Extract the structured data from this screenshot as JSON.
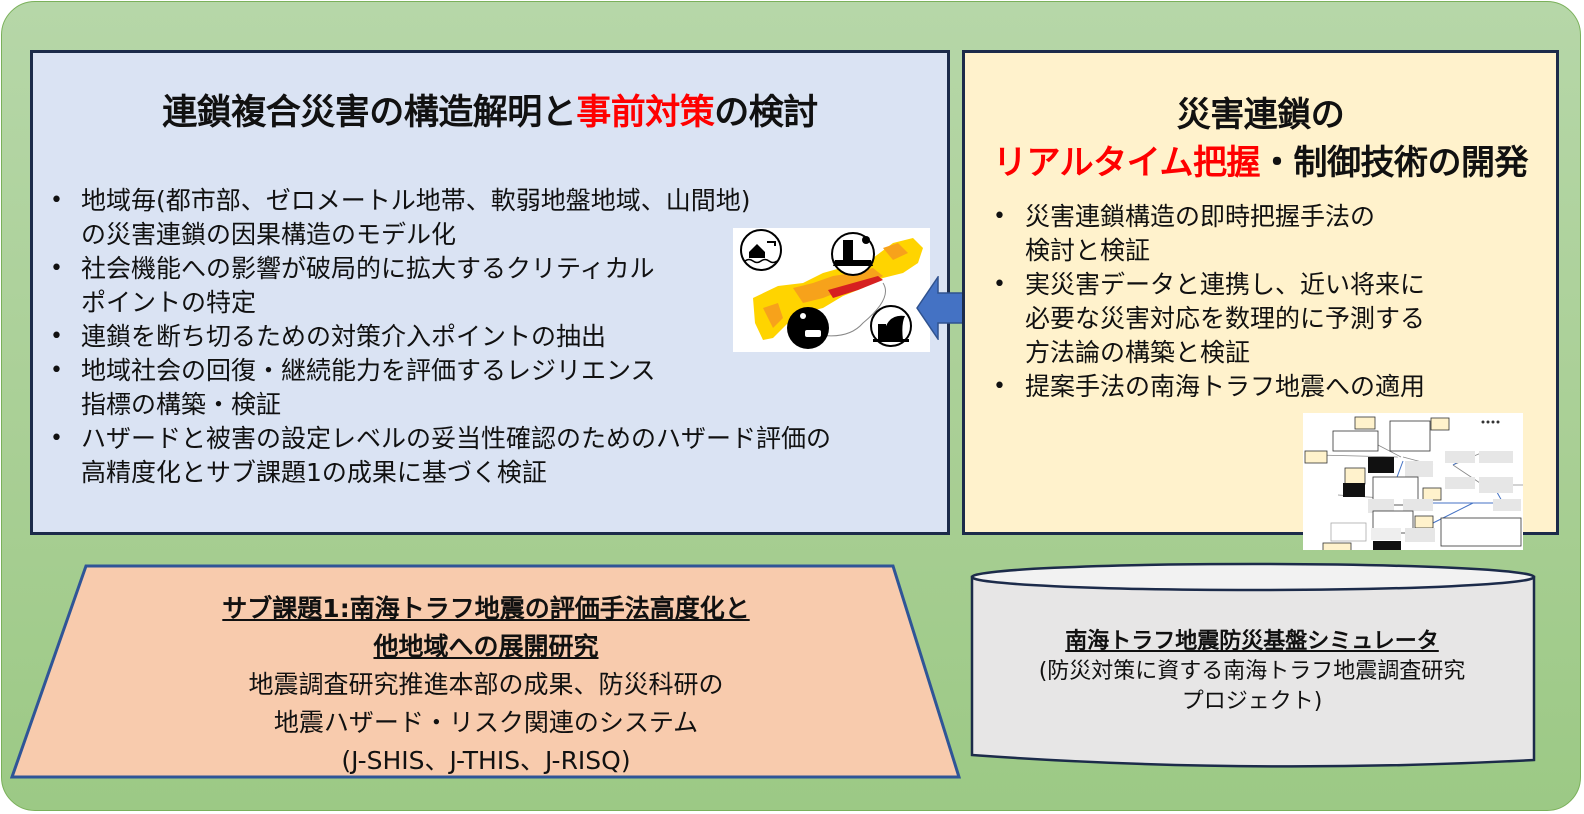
{
  "left_panel": {
    "title_part1": "連鎖複合災害の構造解明と",
    "title_highlight": "事前対策",
    "title_part2": "の検討",
    "bullets": [
      {
        "line1": "地域毎(都市部、ゼロメートル地帯、軟弱地盤地域、山間地)",
        "line2": "の災害連鎖の因果構造のモデル化"
      },
      {
        "line1": "社会機能への影響が破局的に拡大するクリティカル",
        "line2": "ポイントの特定"
      },
      {
        "line1": "連鎖を断ち切るための対策介入ポイントの抽出",
        "line2": ""
      },
      {
        "line1": "地域社会の回復・継続能力を評価するレジリエンス",
        "line2": "指標の構築・検証"
      },
      {
        "line1": "ハザードと被害の設定レベルの妥当性確認のためのハザード評価の",
        "line2": "高精度化とサブ課題1の成果に基づく検証"
      }
    ],
    "image": {
      "description": "hazard-map-of-western-japan-with-disaster-icons",
      "icons": [
        "flood-house-icon",
        "building-fire-collapse-icon",
        "landslide-car-icon",
        "tsunami-building-icon"
      ]
    }
  },
  "connector": {
    "icon": "double-arrow-icon",
    "color": "#4472c4"
  },
  "right_panel": {
    "title_line1": "災害連鎖の",
    "title_highlight": "リアルタイム把握",
    "title_line2_rest": "・制御技術の開発",
    "bullets": [
      {
        "line1": "災害連鎖構造の即時把握手法の",
        "line2": "検討と検証",
        "line3": ""
      },
      {
        "line1": "実災害データと連携し、近い将来に",
        "line2": "必要な災害対応を数理的に予測する",
        "line3": "方法論の構築と検証"
      },
      {
        "line1": "提案手法の南海トラフ地震への適用",
        "line2": "",
        "line3": ""
      }
    ],
    "image": {
      "description": "disaster-chain-flow-diagram-thumbnail"
    }
  },
  "subtask": {
    "heading_line1": "サブ課題1:南海トラフ地震の評価手法高度化と",
    "heading_line2": "他地域への展開研究",
    "body_line1": "地震調査研究推進本部の成果、防災科研の",
    "body_line2": "地震ハザード・リスク関連のシステム",
    "body_line3": "(J-SHIS、J-THIS、J-RISQ)"
  },
  "simulator": {
    "heading": "南海トラフ地震防災基盤シミュレータ",
    "body_line1": "(防災対策に資する南海トラフ地震調査研究",
    "body_line2": "プロジェクト)"
  },
  "colors": {
    "background_top": "#b6d7a8",
    "background_bottom": "#9cc985",
    "left_panel_fill": "#dae3f3",
    "right_panel_fill": "#fff2cc",
    "panel_border": "#1c2b4a",
    "trapezoid_fill": "#f8cbad",
    "trapezoid_border": "#2f5597",
    "cylinder_fill": "#e7e6e6",
    "highlight_red": "#ff0000",
    "arrow_blue": "#4472c4"
  }
}
